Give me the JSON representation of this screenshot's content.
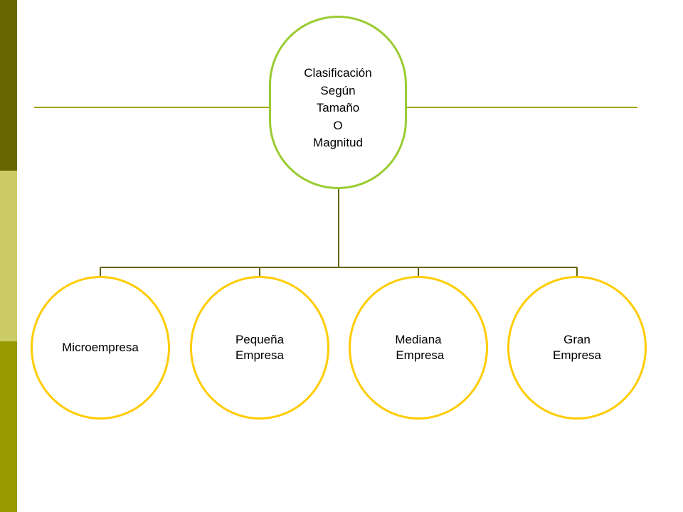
{
  "colors": {
    "sidebar_top": "#666600",
    "sidebar_mid": "#cccc66",
    "sidebar_bottom": "#999900",
    "divider": "#a3a30f",
    "connector": "#666600",
    "root_border": "#99cc33",
    "child_border": "#ffcc00"
  },
  "root": {
    "lines": [
      "Clasificación",
      "Según",
      "Tamaño",
      "O",
      "Magnitud"
    ]
  },
  "children": [
    {
      "lines": [
        "Microempresa"
      ]
    },
    {
      "lines": [
        "Pequeña",
        "Empresa"
      ]
    },
    {
      "lines": [
        "Mediana",
        " Empresa"
      ]
    },
    {
      "lines": [
        "Gran",
        "Empresa"
      ]
    }
  ]
}
